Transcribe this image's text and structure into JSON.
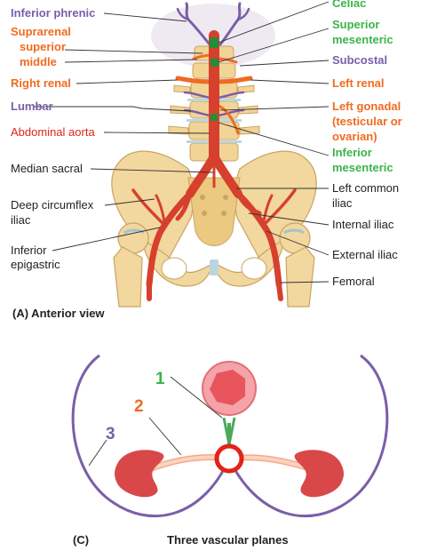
{
  "figure": {
    "panel_a_caption": "(A) Anterior view",
    "panel_c_letter": "(C)",
    "panel_c_title": "Three vascular planes",
    "colors": {
      "purple": "#7b5ea7",
      "orange": "#f06b1f",
      "green": "#3ab54a",
      "red": "#e2231a",
      "black": "#222222",
      "bone": "#f2d79e",
      "artery": "#d6402d"
    }
  },
  "labels_left": {
    "inferior_phrenic": "Inferior phrenic",
    "suprarenal_line1": "Suprarenal",
    "suprarenal_line2": "superior",
    "suprarenal_line3": "middle",
    "right_renal": "Right renal",
    "lumbar": "Lumbar",
    "abdominal_aorta": "Abdominal aorta",
    "median_sacral": "Median sacral",
    "deep_circumflex_line1": "Deep circumflex",
    "deep_circumflex_line2": "iliac",
    "inferior_epigastric_line1": "Inferior",
    "inferior_epigastric_line2": "epigastric"
  },
  "labels_right": {
    "celiac": "Celiac",
    "superior_mesenteric_line1": "Superior",
    "superior_mesenteric_line2": "mesenteric",
    "subcostal": "Subcostal",
    "left_renal": "Left renal",
    "left_gonadal_line1": "Left gonadal",
    "left_gonadal_line2": "(testicular or",
    "left_gonadal_line3": "ovarian)",
    "inferior_mesenteric_line1": "Inferior",
    "inferior_mesenteric_line2": "mesenteric",
    "left_common_iliac_line1": "Left common",
    "left_common_iliac_line2": "iliac",
    "internal_iliac": "Internal iliac",
    "external_iliac": "External iliac",
    "femoral": "Femoral"
  },
  "planes": {
    "plane_1": "1",
    "plane_2": "2",
    "plane_3": "3"
  }
}
